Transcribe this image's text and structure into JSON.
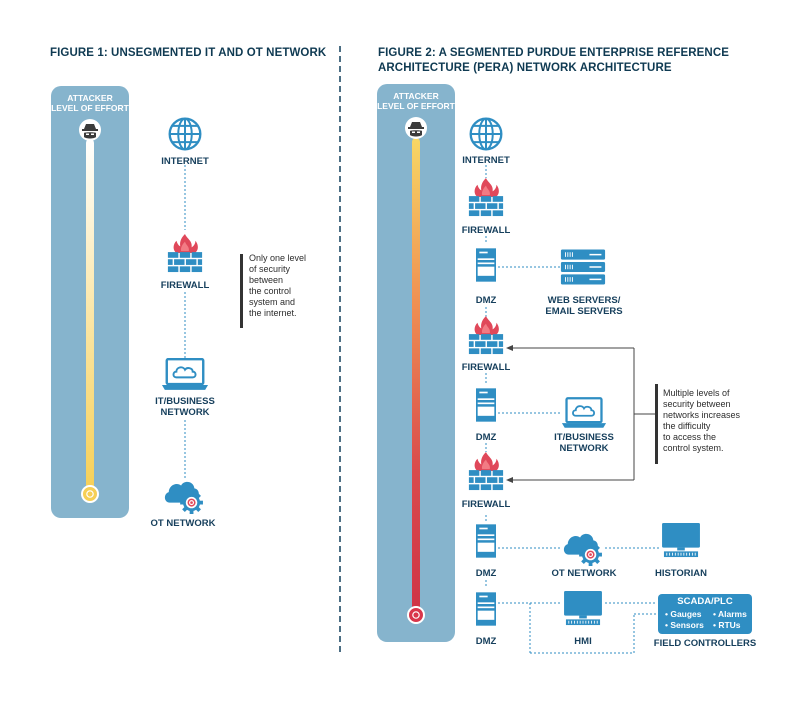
{
  "figure1": {
    "title": "FIGURE 1: UNSEGMENTED IT AND OT NETWORK",
    "effort_label": [
      "ATTACKER",
      "LEVEL OF EFFORT"
    ],
    "nodes": {
      "internet": "INTERNET",
      "firewall": "FIREWALL",
      "it_business": [
        "IT/BUSINESS",
        "NETWORK"
      ],
      "ot_network": "OT NETWORK"
    },
    "note": [
      "Only one level",
      "of security",
      "between",
      "the control",
      "system and",
      "the internet."
    ]
  },
  "figure2": {
    "title": [
      "FIGURE 2: A SEGMENTED PURDUE ENTERPRISE REFERENCE",
      "ARCHITECTURE (PERA) NETWORK ARCHITECTURE"
    ],
    "effort_label": [
      "ATTACKER",
      "LEVEL OF EFFORT"
    ],
    "nodes": {
      "internet": "INTERNET",
      "firewall1": "FIREWALL",
      "dmz1": "DMZ",
      "web_servers": [
        "WEB SERVERS/",
        "EMAIL SERVERS"
      ],
      "firewall2": "FIREWALL",
      "dmz2": "DMZ",
      "it_business": [
        "IT/BUSINESS",
        "NETWORK"
      ],
      "firewall3": "FIREWALL",
      "dmz3": "DMZ",
      "ot_network": "OT NETWORK",
      "historian": "HISTORIAN",
      "dmz4": "DMZ",
      "hmi": "HMI",
      "field_controllers": "FIELD CONTROLLERS"
    },
    "scada": {
      "title": "SCADA/PLC",
      "items": [
        "• Gauges",
        "• Alarms",
        "• Sensors",
        "• RTUs"
      ]
    },
    "note": [
      "Multiple levels of",
      "security between",
      "networks increases",
      "the difficulty",
      "to access the",
      "control system."
    ]
  },
  "colors": {
    "panel": "#86b4cd",
    "icon": "#2f8ec3",
    "dark_text": "#163f5c",
    "flame": "#e0485a",
    "gradient_start": "#f6d25e",
    "gradient_end": "#d9364b"
  },
  "icons": [
    "globe-icon",
    "firewall-icon",
    "server-tower-icon",
    "laptop-cloud-icon",
    "cloud-gear-icon",
    "server-rack-icon",
    "monitor-icon",
    "hacker-icon"
  ]
}
